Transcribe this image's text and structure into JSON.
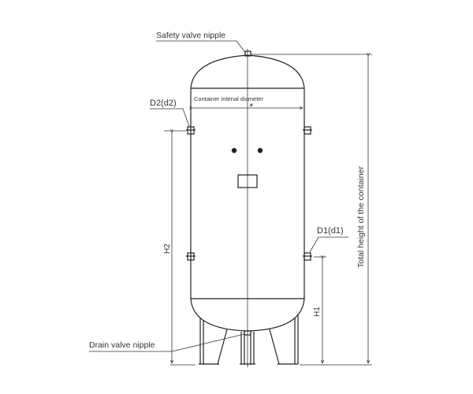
{
  "labels": {
    "safety_valve": "Safety valve nipple",
    "diameter": "Container intenal diameter",
    "diameter_symbol": "ø",
    "d2": "D2(d2)",
    "d1": "D1(d1)",
    "h2": "H2",
    "h1": "H1",
    "total_height": "Total height of the container",
    "drain_valve": "Drain valve nipple"
  }
}
